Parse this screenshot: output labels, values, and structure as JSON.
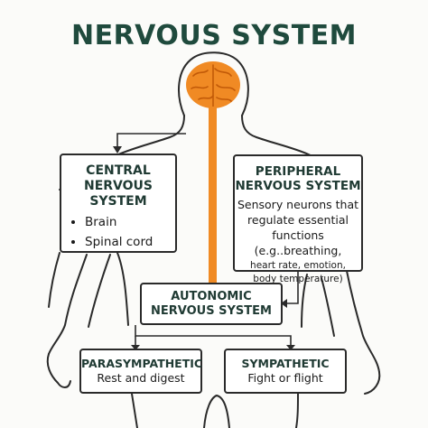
{
  "title": "NERVOUS SYSTEM",
  "colors": {
    "title": "#1f4a3d",
    "brain": "#f08a24",
    "spinal_cord": "#f08a24",
    "outline": "#2a2a2a"
  },
  "central": {
    "heading_1": "CENTRAL",
    "heading_2": "NERVOUS",
    "heading_3": "SYSTEM",
    "items": [
      "Brain",
      "Spinal cord"
    ]
  },
  "peripheral": {
    "heading_1": "PERIPHERAL",
    "heading_2": "NERVOUS SYSTEM",
    "desc_1": "Sensory neurons that",
    "desc_2": "regulate essential",
    "desc_3": "functions (e.g..breathing,",
    "desc_4": "heart rate, emotion,",
    "desc_5": "body temperature)"
  },
  "autonomic": {
    "heading_1": "AUTONOMIC",
    "heading_2": "NERVOUS SYSTEM"
  },
  "parasympathetic": {
    "heading": "PARASYMPATHETIC",
    "desc": "Rest and digest"
  },
  "sympathetic": {
    "heading": "SYMPATHETIC",
    "desc": "Fight or flight"
  }
}
